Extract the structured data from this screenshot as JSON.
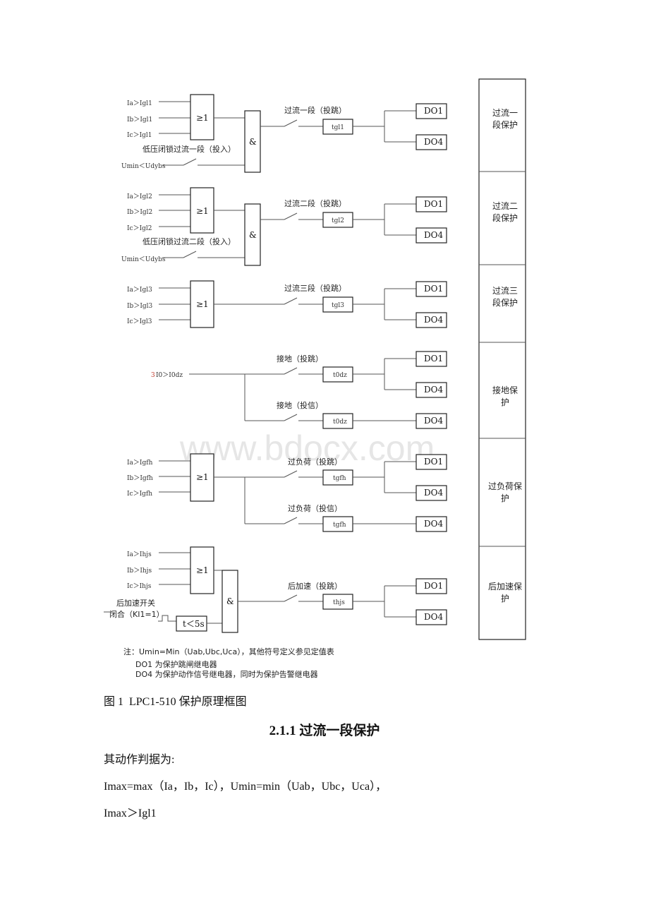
{
  "watermark": "www.bdocx.com",
  "groups": [
    {
      "inputs": [
        "Ia＞Igl1",
        "Ib＞Igl1",
        "Ic＞Igl1"
      ],
      "branches": [
        {
          "label": "过流一段（投跳）",
          "timer": "tgl1",
          "outputs": [
            "DO1",
            "DO4"
          ]
        }
      ],
      "blocking": {
        "label": "低压闭锁过流一段（投入）",
        "input": "Umin＜Udybs"
      },
      "right_label": "过流一段保护"
    },
    {
      "inputs": [
        "Ia＞Igl2",
        "Ib＞Igl2",
        "Ic＞Igl2"
      ],
      "branches": [
        {
          "label": "过流二段（投跳）",
          "timer": "tgl2",
          "outputs": [
            "DO1",
            "DO4"
          ]
        }
      ],
      "blocking": {
        "label": "低压闭锁过流二段（投入）",
        "input": "Umin＜Udybs"
      },
      "right_label": "过流二段保护"
    },
    {
      "inputs": [
        "Ia＞Igl3",
        "Ib＞Igl3",
        "Ic＞Igl3"
      ],
      "branches": [
        {
          "label": "过流三段（投跳）",
          "timer": "tgl3",
          "outputs": [
            "DO1",
            "DO4"
          ]
        }
      ],
      "right_label": "过流三段保护"
    },
    {
      "input_prefix": "3",
      "input": "I0＞I0dz",
      "branches": [
        {
          "label": "接地（投跳）",
          "timer": "t0dz",
          "outputs": [
            "DO1",
            "DO4"
          ]
        },
        {
          "label": "接地（投信）",
          "timer": "t0dz",
          "outputs": [
            "DO4"
          ]
        }
      ],
      "right_label": "接地保护"
    },
    {
      "inputs": [
        "Ia＞Igfh",
        "Ib＞Igfh",
        "Ic＞Igfh"
      ],
      "branches": [
        {
          "label": "过负荷（投跳）",
          "timer": "tgfh",
          "outputs": [
            "DO1",
            "DO4"
          ]
        },
        {
          "label": "过负荷（投信）",
          "timer": "tgfh",
          "outputs": [
            "DO4"
          ]
        }
      ],
      "right_label": "过负荷保护"
    },
    {
      "inputs": [
        "Ia＞Ihjs",
        "Ib＞Ihjs",
        "Ic＞Ihjs"
      ],
      "branches": [
        {
          "label": "后加速（投跳）",
          "timer": "thjs",
          "outputs": [
            "DO1",
            "DO4"
          ]
        }
      ],
      "switch": {
        "line1": "后加速开关",
        "line2": "闭合（KI1=1）",
        "timer": "t＜5s"
      },
      "right_label": "后加速保护"
    }
  ],
  "gates": {
    "or": "≥1",
    "and": "&"
  },
  "notes": [
    "注：Umin=Min（Uab,Ubc,Uca），其他符号定义参见定值表",
    "DO1 为保护跳闸继电器",
    "DO4 为保护动作信号继电器，同时为保护告警继电器"
  ],
  "caption": "图 1  LPC1-510 保护原理框图",
  "section_heading": "2.1.1 过流一段保护",
  "paragraphs": [
    "其动作判据为:",
    "Imax=max（Ia，Ib，Ic），Umin=min（Uab，Ubc，Uca），",
    "Imax＞Igl1"
  ]
}
